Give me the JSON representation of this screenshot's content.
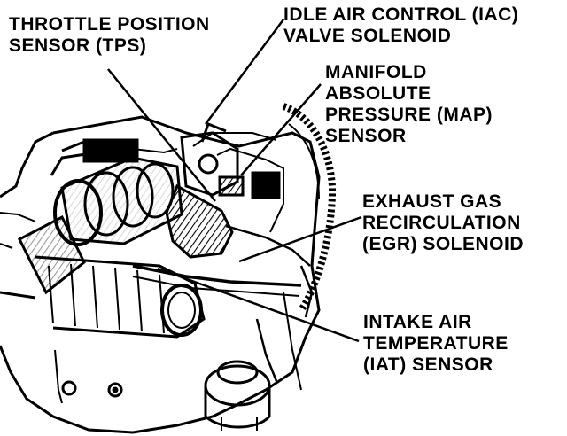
{
  "colors": {
    "ink": "#000000",
    "paper": "#ffffff"
  },
  "callouts": {
    "tps": {
      "line1": "THROTTLE POSITION",
      "line2": "SENSOR (TPS)"
    },
    "iac": {
      "line1": "IDLE AIR CONTROL (IAC)",
      "line2": "VALVE SOLENOID"
    },
    "map": {
      "line1": "MANIFOLD",
      "line2": "ABSOLUTE",
      "line3": "PRESSURE (MAP)",
      "line4": "SENSOR"
    },
    "egr": {
      "line1": "EXHAUST GAS",
      "line2": "RECIRCULATION",
      "line3": "(EGR) SOLENOID"
    },
    "iat": {
      "line1": "INTAKE AIR",
      "line2": "TEMPERATURE",
      "line3": "(IAT) SENSOR"
    }
  },
  "illustration": {
    "components": [
      "engine-block",
      "intake-air-duct",
      "throttle-body",
      "egr-valve",
      "distributor"
    ],
    "icon_names": [
      "engine-illustration"
    ]
  }
}
